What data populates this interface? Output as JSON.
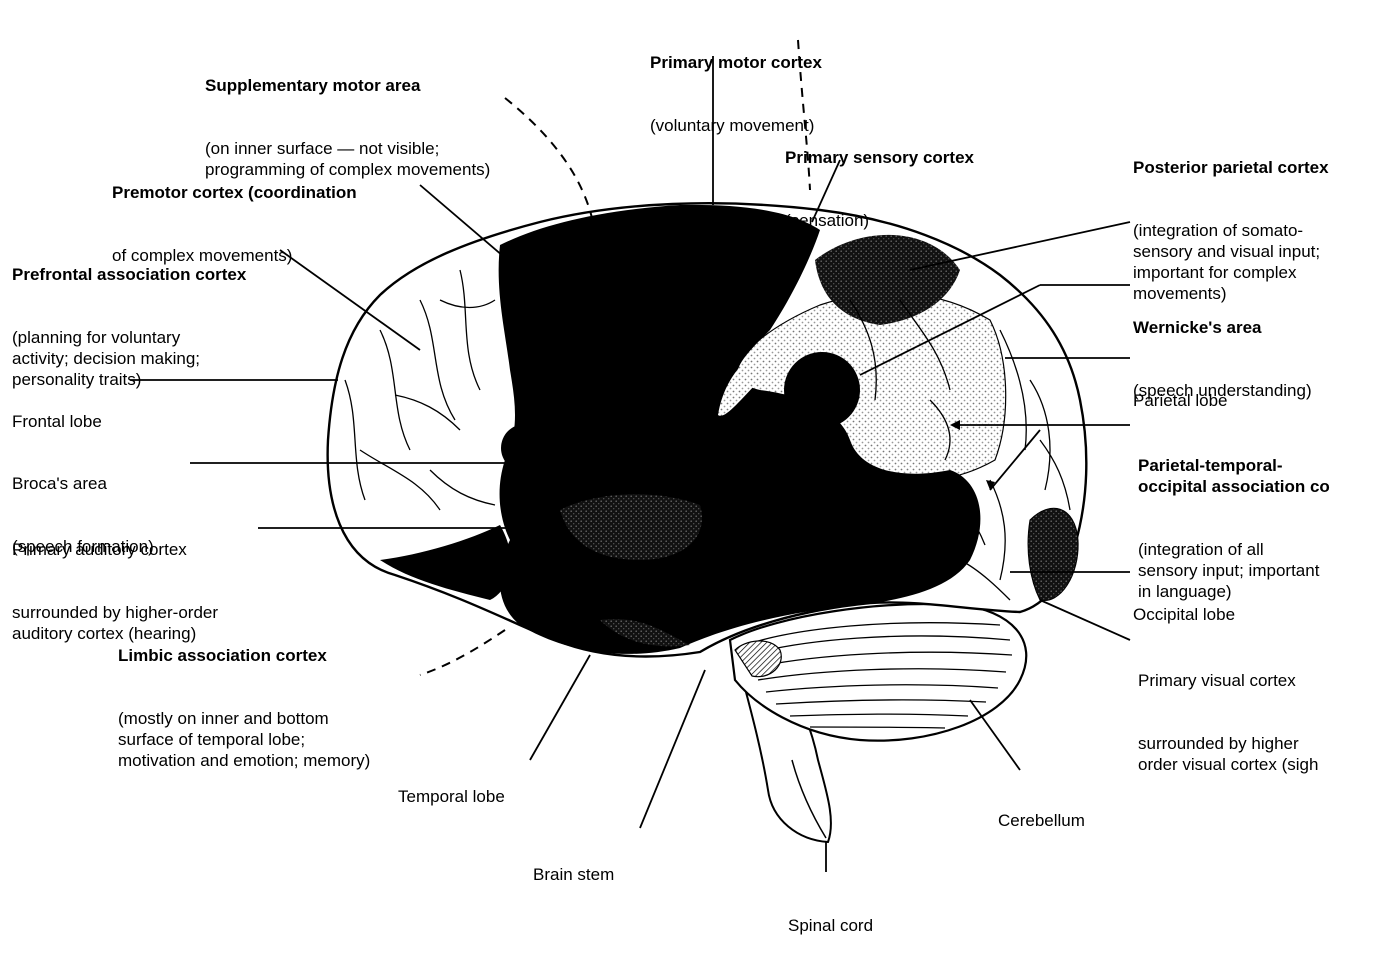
{
  "labels": {
    "supplementary_motor": {
      "title": "Supplementary motor area",
      "desc": "(on inner surface — not visible;\nprogramming of complex movements)"
    },
    "primary_motor": {
      "title": "Primary motor cortex",
      "desc": "(voluntary movement)"
    },
    "primary_sensory": {
      "title": "Primary sensory cortex",
      "desc": "(sensation)"
    },
    "posterior_parietal": {
      "title": "Posterior parietal cortex",
      "desc": "(integration of somato-\nsensory and visual input;\nimportant for complex\nmovements)"
    },
    "premotor": {
      "title": "Premotor cortex (coordination",
      "desc": "of complex movements)"
    },
    "prefrontal": {
      "title": "Prefrontal association cortex",
      "desc": "(planning for voluntary\nactivity; decision making;\npersonality traits)"
    },
    "wernicke": {
      "title": "Wernicke's area",
      "desc": "(speech understanding)"
    },
    "frontal_lobe": {
      "title": "Frontal lobe"
    },
    "parietal_lobe": {
      "title": "Parietal lobe"
    },
    "broca": {
      "title": "Broca's area",
      "desc": "(speech formation)"
    },
    "parietal_temporal_occipital": {
      "title": "Parietal-temporal-\noccipital association co",
      "desc": "(integration of all\nsensory input; important\nin language)"
    },
    "primary_auditory": {
      "title": "Primary auditory cortex",
      "desc": "surrounded by higher-order\nauditory cortex (hearing)"
    },
    "occipital_lobe": {
      "title": "Occipital lobe"
    },
    "limbic": {
      "title": "Limbic association cortex",
      "desc": "(mostly on inner and bottom\nsurface of temporal lobe;\nmotivation and emotion; memory)"
    },
    "primary_visual": {
      "title": "Primary visual cortex",
      "desc": "surrounded by higher\norder visual cortex (sigh"
    },
    "temporal_lobe": {
      "title": "Temporal lobe"
    },
    "cerebellum": {
      "title": "Cerebellum"
    },
    "brain_stem": {
      "title": "Brain stem"
    },
    "spinal_cord": {
      "title": "Spinal cord"
    }
  },
  "colors": {
    "ink": "#000000",
    "paper": "#ffffff",
    "stipple": "#d2d2d2",
    "dark_stipple": "#2a2a2a"
  }
}
